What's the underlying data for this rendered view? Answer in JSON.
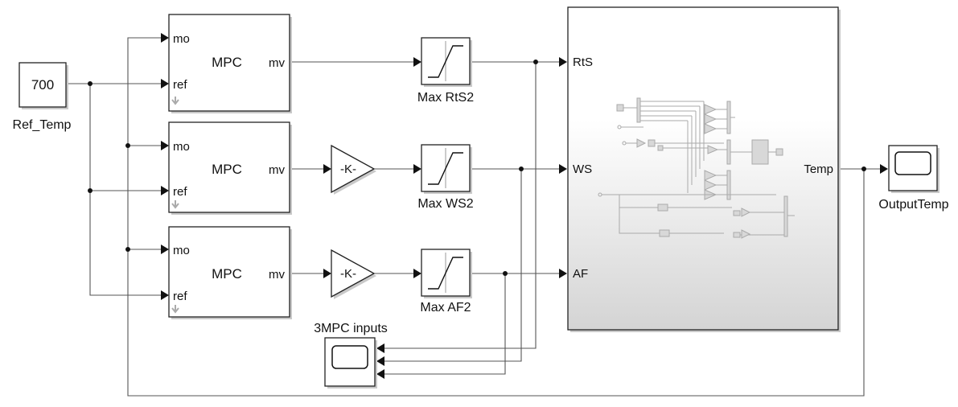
{
  "constant": {
    "value": "700",
    "label": "Ref_Temp"
  },
  "mpc": [
    {
      "title": "MPC",
      "in1": "mo",
      "in2": "ref",
      "out": "mv"
    },
    {
      "title": "MPC",
      "in1": "mo",
      "in2": "ref",
      "out": "mv"
    },
    {
      "title": "MPC",
      "in1": "mo",
      "in2": "ref",
      "out": "mv"
    }
  ],
  "gains": [
    {
      "text": "-K-"
    },
    {
      "text": "-K-"
    }
  ],
  "saturations": [
    {
      "label": "Max RtS2"
    },
    {
      "label": "Max WS2"
    },
    {
      "label": "Max AF2"
    }
  ],
  "subsystem": {
    "inputs": [
      "RtS",
      "WS",
      "AF"
    ],
    "output": "Temp"
  },
  "scopes": {
    "inputs_label": "3MPC inputs",
    "output_label": "OutputTemp"
  }
}
